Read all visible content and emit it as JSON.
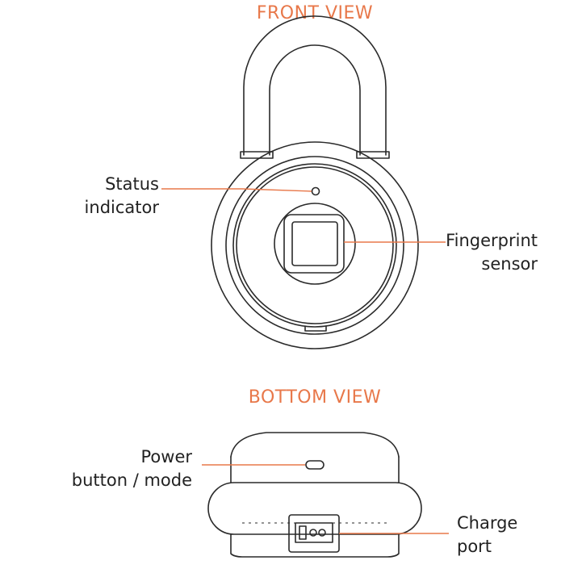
{
  "front": {
    "title": "FRONT VIEW",
    "labels": {
      "status": [
        "Status",
        "indicator"
      ],
      "fingerprint": [
        "Fingerprint",
        "sensor"
      ]
    }
  },
  "bottom": {
    "title": "BOTTOM VIEW",
    "labels": {
      "power": [
        "Power",
        "button / mode"
      ],
      "charge": [
        "Charge",
        "port"
      ]
    }
  },
  "colors": {
    "accent": "#e8784a",
    "outline": "#2a2a2a",
    "text": "#222222"
  }
}
